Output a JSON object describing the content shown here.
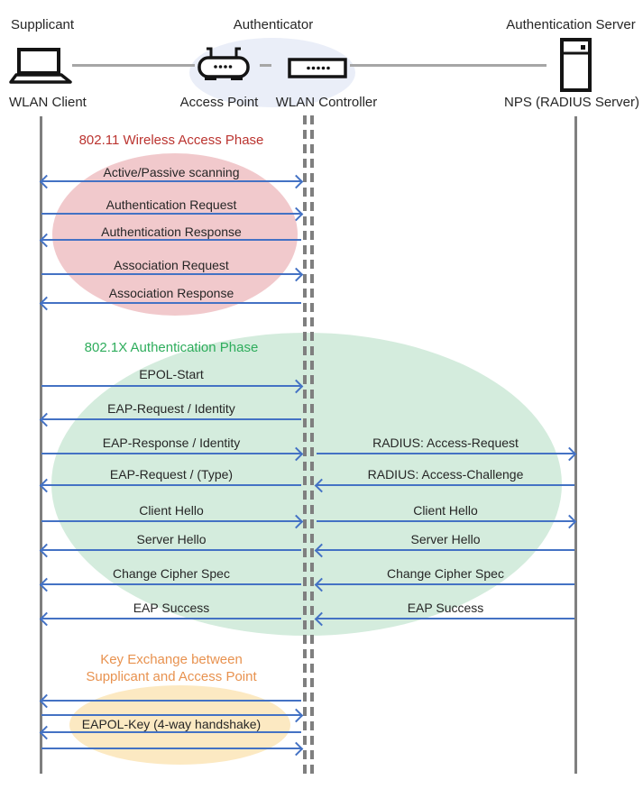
{
  "roles": [
    {
      "label": "Supplicant"
    },
    {
      "label": "Authenticator"
    },
    {
      "label": "Authentication Server"
    }
  ],
  "devices": [
    {
      "label": "WLAN Client",
      "icon": "laptop-icon"
    },
    {
      "label": "Access Point",
      "icon": "access-point-icon"
    },
    {
      "label": "WLAN Controller",
      "icon": "wlan-controller-icon"
    },
    {
      "label": "NPS (RADIUS Server)",
      "icon": "server-icon"
    }
  ],
  "phases": [
    {
      "id": "wireless-access",
      "title": "802.11 Wireless Access Phase",
      "title_color": "#BB3430",
      "ellipse_fill": "#F1C9CC"
    },
    {
      "id": "dot1x-authentication",
      "title": "802.1X Authentication Phase",
      "title_color": "#2EAD5C",
      "ellipse_fill": "#D4ECDD"
    },
    {
      "id": "key-exchange",
      "title_lines": [
        "Key Exchange between",
        "Supplicant and Access Point"
      ],
      "title_color": "#E8924F",
      "ellipse_fill": "#FCE9C2"
    }
  ],
  "messages_left": [
    {
      "label": "Active/Passive scanning",
      "direction": "both"
    },
    {
      "label": "Authentication Request",
      "direction": "right"
    },
    {
      "label": "Authentication Response",
      "direction": "left"
    },
    {
      "label": "Association Request",
      "direction": "right"
    },
    {
      "label": "Association Response",
      "direction": "left"
    },
    {
      "label": "EPOL-Start",
      "direction": "right"
    },
    {
      "label": "EAP-Request / Identity",
      "direction": "left"
    },
    {
      "label": "EAP-Response / Identity",
      "direction": "right"
    },
    {
      "label": "EAP-Request / (Type)",
      "direction": "left"
    },
    {
      "label": "Client Hello",
      "direction": "right"
    },
    {
      "label": "Server Hello",
      "direction": "left"
    },
    {
      "label": "Change Cipher Spec",
      "direction": "left"
    },
    {
      "label": "EAP Success",
      "direction": "left"
    }
  ],
  "messages_right": [
    {
      "label": "RADIUS: Access-Request",
      "direction": "right"
    },
    {
      "label": "RADIUS: Access-Challenge",
      "direction": "left"
    },
    {
      "label": "Client Hello",
      "direction": "right"
    },
    {
      "label": "Server Hello",
      "direction": "left"
    },
    {
      "label": "Change Cipher Spec",
      "direction": "left"
    },
    {
      "label": "EAP Success",
      "direction": "left"
    }
  ],
  "key_exchange": {
    "label": "EAPOL-Key (4-way handshake)",
    "arrows": [
      "left",
      "right",
      "left",
      "right"
    ]
  },
  "colors": {
    "arrow": "#4472C4",
    "lifeline": "#7F7F7F",
    "connector": "#A6A6A6",
    "text": "#262626",
    "authenticator_ellipse": "#EAEEF8"
  }
}
